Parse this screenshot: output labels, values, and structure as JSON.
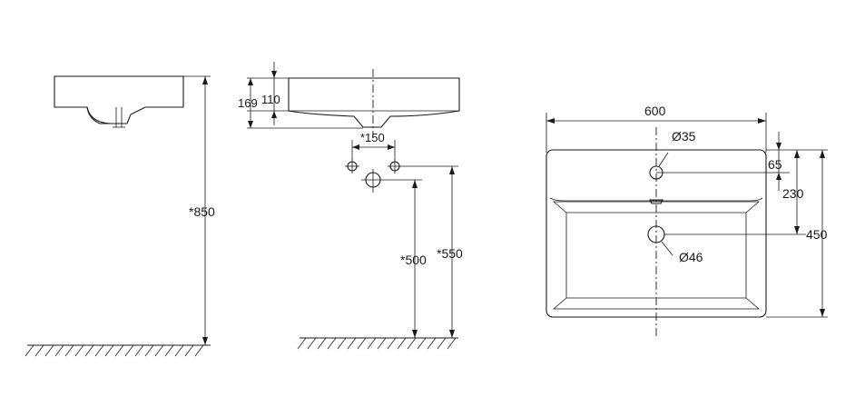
{
  "dimensions": {
    "side_floor_height": "*850",
    "front_overall_height": "169",
    "front_rim_height": "110",
    "tap_hole_spacing": "*150",
    "waste_height": "*500",
    "supply_height": "*550",
    "plan_width": "600",
    "plan_depth": "450",
    "tap_hole_offset": "65",
    "waste_offset": "230",
    "tap_hole_diameter": "Ø35",
    "waste_diameter": "Ø46"
  },
  "colors": {
    "line": "#1a1a1a",
    "background": "#ffffff"
  }
}
